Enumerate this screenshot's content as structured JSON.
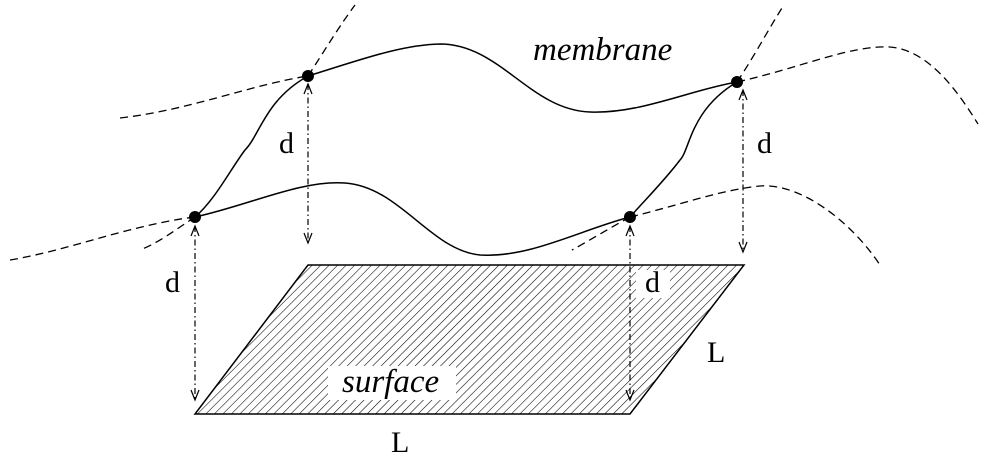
{
  "labels": {
    "membrane": "membrane",
    "surface": "surface",
    "side_length_bottom": "L",
    "side_length_right": "L",
    "distance_top_left": "d",
    "distance_top_right": "d",
    "distance_bottom_left": "d",
    "distance_bottom_right": "d"
  },
  "colors": {
    "line": "#000000",
    "background": "#ffffff"
  }
}
